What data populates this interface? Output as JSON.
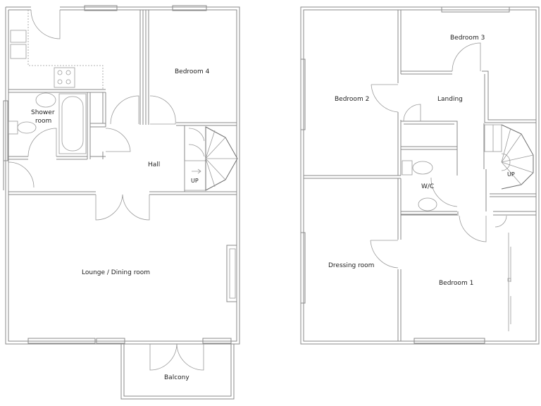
{
  "floor_plan": {
    "ground_floor": {
      "rooms": [
        {
          "id": "bedroom4",
          "label": "Bedroom 4"
        },
        {
          "id": "shower",
          "label_line1": "Shower",
          "label_line2": "room"
        },
        {
          "id": "hall",
          "label": "Hall"
        },
        {
          "id": "lounge",
          "label": "Lounge / Dining room"
        },
        {
          "id": "balcony",
          "label": "Balcony"
        }
      ],
      "stairs_label": "UP"
    },
    "first_floor": {
      "rooms": [
        {
          "id": "bedroom3",
          "label": "Bedroom 3"
        },
        {
          "id": "bedroom2",
          "label": "Bedroom 2"
        },
        {
          "id": "landing",
          "label": "Landing"
        },
        {
          "id": "wc",
          "label": "W/C"
        },
        {
          "id": "dressing",
          "label": "Dressing room"
        },
        {
          "id": "bedroom1",
          "label": "Bedroom 1"
        }
      ],
      "stairs_label": "UP"
    },
    "colors": {
      "wall": "#8a8a8a",
      "text": "#222222",
      "background": "#ffffff"
    }
  }
}
